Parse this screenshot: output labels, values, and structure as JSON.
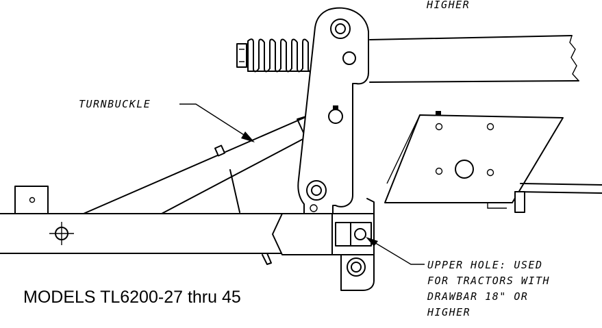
{
  "labels": {
    "top_fragment": "HIGHER",
    "turnbuckle": "TURNBUCKLE",
    "upper_hole": [
      "UPPER HOLE: USED",
      "FOR TRACTORS WITH",
      "DRAWBAR 18\" OR",
      "HIGHER"
    ],
    "models": "MODELS TL6200-27 thru 45"
  }
}
